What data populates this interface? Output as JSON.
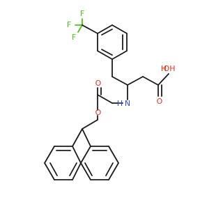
{
  "molecule": {
    "atoms": {
      "f_top": "F",
      "f_left": "F",
      "f_lower": "F",
      "o_acid": "O",
      "oh_acid": "OH",
      "h_oh": "H",
      "n_amine": "N",
      "h_nh": "H",
      "o_carbonyl": "O",
      "o_ester": "O"
    },
    "colors": {
      "bond": "#1a1a1a",
      "fluorine": "#49c219",
      "oxygen": "#e8341c",
      "nitrogen": "#3349ee"
    }
  }
}
